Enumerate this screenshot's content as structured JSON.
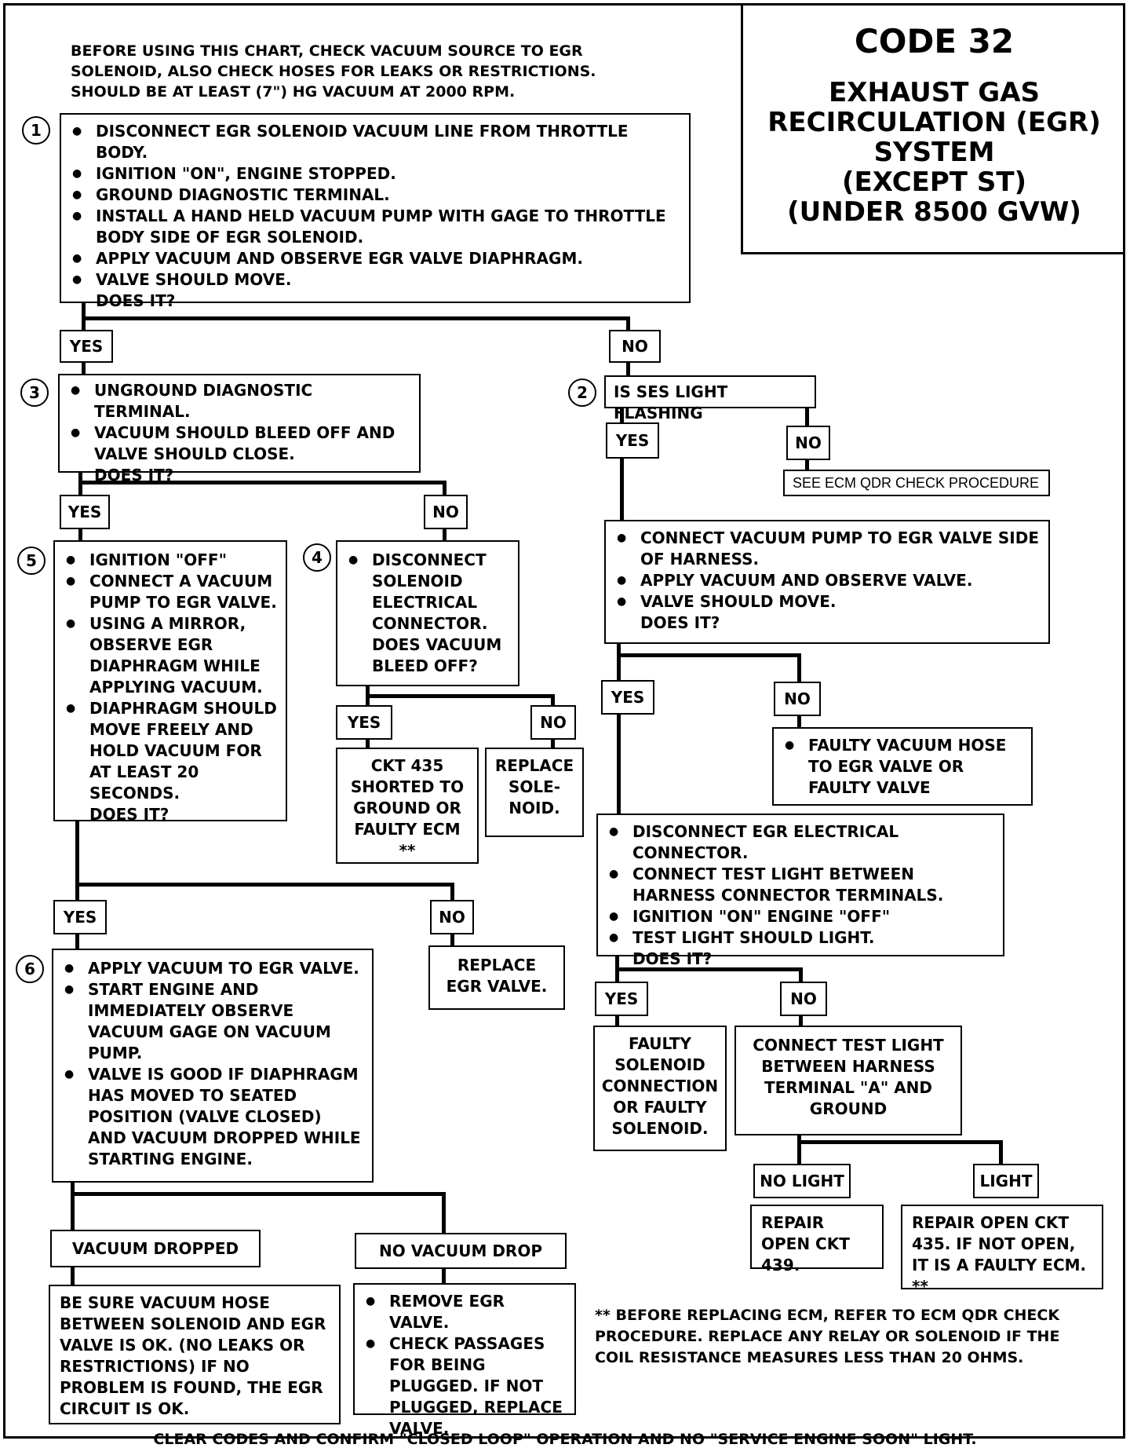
{
  "title": {
    "code": "CODE 32",
    "lines": [
      "EXHAUST GAS",
      "RECIRCULATION (EGR)",
      "SYSTEM",
      "(EXCEPT ST)",
      "(UNDER 8500 GVW)"
    ]
  },
  "intro": [
    "BEFORE USING THIS CHART, CHECK VACUUM SOURCE TO EGR",
    "SOLENOID, ALSO CHECK HOSES FOR LEAKS OR RESTRICTIONS.",
    "SHOULD BE AT LEAST (7\") HG VACUUM AT 2000 RPM."
  ],
  "step1": {
    "num": "1",
    "items": [
      "DISCONNECT EGR SOLENOID VACUUM LINE FROM THROTTLE BODY.",
      "IGNITION \"ON\", ENGINE STOPPED.",
      "GROUND DIAGNOSTIC TERMINAL.",
      "INSTALL A HAND HELD VACUUM PUMP WITH GAGE TO THROTTLE BODY SIDE OF EGR SOLENOID.",
      "APPLY VACUUM AND OBSERVE EGR VALVE DIAPHRAGM.",
      "VALVE SHOULD MOVE."
    ],
    "question": "DOES IT?"
  },
  "step2": {
    "num": "2",
    "text": "IS SES LIGHT FLASHING"
  },
  "step2_no_result": "SEE ECM QDR CHECK PROCEDURE",
  "step3": {
    "num": "3",
    "items": [
      "UNGROUND DIAGNOSTIC TERMINAL.",
      "VACUUM SHOULD BLEED OFF AND VALVE SHOULD CLOSE."
    ],
    "question": "DOES IT?"
  },
  "step4": {
    "num": "4",
    "items": [
      "DISCONNECT SOLENOID ELECTRICAL CONNECTOR. DOES VACUUM BLEED OFF?"
    ]
  },
  "step5": {
    "num": "5",
    "items": [
      "IGNITION \"OFF\"",
      "CONNECT A VACUUM PUMP TO EGR VALVE.",
      "USING A MIRROR, OBSERVE EGR DIAPHRAGM WHILE APPLYING VACUUM.",
      "DIAPHRAGM SHOULD MOVE FREELY AND HOLD VACUUM FOR AT LEAST 20 SECONDS."
    ],
    "question": "DOES IT?"
  },
  "step6": {
    "num": "6",
    "items": [
      "APPLY VACUUM TO EGR VALVE.",
      "START ENGINE AND IMMEDIATELY OBSERVE VACUUM GAGE ON VACUUM PUMP.",
      "VALVE IS GOOD IF DIAPHRAGM HAS MOVED TO SEATED POSITION (VALVE CLOSED) AND VACUUM DROPPED WHILE STARTING ENGINE."
    ]
  },
  "pump_check": {
    "items": [
      "CONNECT VACUUM PUMP TO EGR VALVE SIDE OF HARNESS.",
      "APPLY VACUUM AND OBSERVE VALVE.",
      "VALVE SHOULD MOVE."
    ],
    "question": "DOES IT?"
  },
  "faulty_hose": "FAULTY VACUUM HOSE TO EGR VALVE OR FAULTY VALVE",
  "test_light": {
    "items": [
      "DISCONNECT EGR ELECTRICAL CONNECTOR.",
      "CONNECT TEST LIGHT BETWEEN HARNESS CONNECTOR TERMINALS.",
      "IGNITION \"ON\" ENGINE \"OFF\"",
      "TEST LIGHT SHOULD LIGHT."
    ],
    "question": "DOES IT?"
  },
  "faulty_solenoid": "FAULTY SOLENOID CONNECTION OR FAULTY SOLENOID.",
  "connect_light_a": "CONNECT TEST LIGHT BETWEEN HARNESS TERMINAL \"A\" AND GROUND",
  "repair_439": "REPAIR OPEN CKT 439.",
  "repair_435": "REPAIR OPEN CKT 435. IF NOT OPEN, IT IS A FAULTY ECM. **",
  "ckt435": "CKT 435 SHORTED TO GROUND OR FAULTY ECM **",
  "replace_solenoid": "REPLACE SOLE- NOID.",
  "replace_egr": "REPLACE EGR VALVE.",
  "vacuum_dropped_result": "BE SURE VACUUM HOSE BETWEEN SOLENOID AND EGR VALVE IS OK. (NO LEAKS OR RESTRICTIONS) IF NO PROBLEM IS FOUND, THE EGR CIRCUIT IS OK.",
  "no_vacuum_drop_result": [
    "REMOVE EGR VALVE.",
    "CHECK PASSAGES FOR BEING PLUGGED. IF NOT PLUGGED, REPLACE VALVE."
  ],
  "labels": {
    "yes": "YES",
    "no": "NO",
    "vacuum_dropped": "VACUUM DROPPED",
    "no_vacuum_drop": "NO VACUUM DROP",
    "no_light": "NO LIGHT",
    "light": "LIGHT"
  },
  "note": "** BEFORE REPLACING ECM, REFER TO ECM QDR CHECK PROCEDURE. REPLACE ANY RELAY OR SOLENOID IF THE COIL RESISTANCE MEASURES LESS THAN 20 OHMS.",
  "footer": "CLEAR CODES AND CONFIRM \"CLOSED LOOP\" OPERATION AND NO \"SERVICE ENGINE SOON\" LIGHT."
}
